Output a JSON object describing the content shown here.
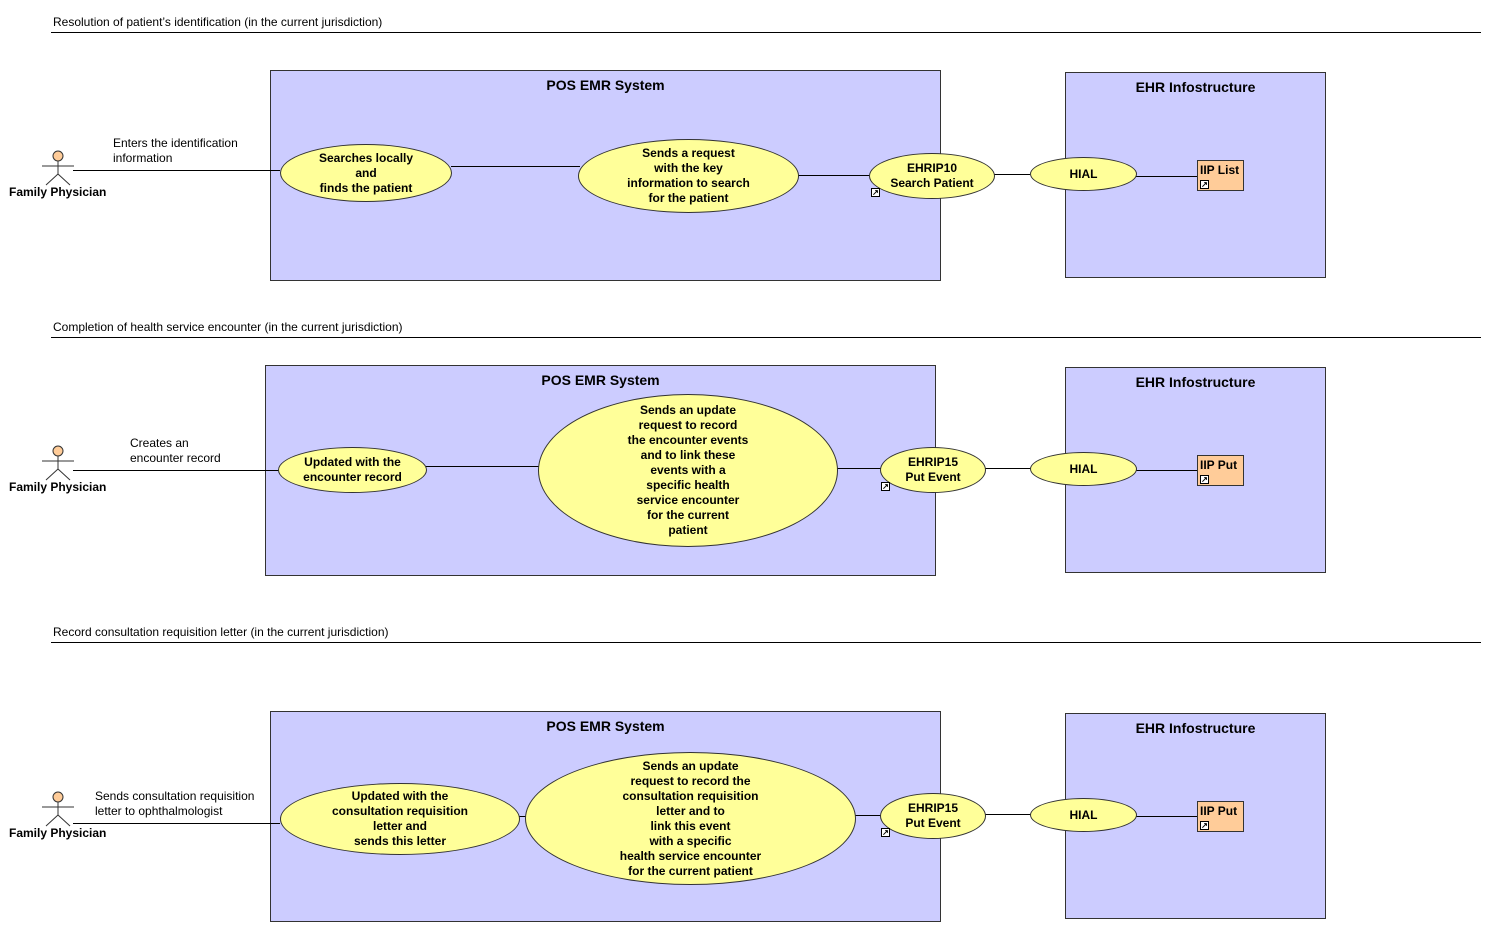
{
  "sections": [
    {
      "title": "Resolution of patient’s identification (in the current jurisdiction)",
      "actor": "Family Physician",
      "association": "Enters the identification\ninformation",
      "system_title": "POS EMR System",
      "step1": "Searches locally\nand\nfinds the patient",
      "step2": "Sends a request\nwith the key\ninformation to search\nfor the patient",
      "interface": "EHRIP10\nSearch Patient",
      "infra_title": "EHR Infostructure",
      "hial": "HIAL",
      "component": "IIP List"
    },
    {
      "title": "Completion of health service encounter (in the current jurisdiction)",
      "actor": "Family Physician",
      "association": "Creates an\nencounter record",
      "system_title": "POS EMR System",
      "step1": "Updated with the\nencounter record",
      "step2": "Sends an update\nrequest to record\nthe encounter events\nand to link these\nevents with a\nspecific health\nservice encounter\nfor the current\npatient",
      "interface": "EHRIP15\nPut Event",
      "infra_title": "EHR Infostructure",
      "hial": "HIAL",
      "component": "IIP Put"
    },
    {
      "title": "Record consultation requisition letter (in the current jurisdiction)",
      "actor": "Family Physician",
      "association": "Sends consultation requisition\nletter to ophthalmologist",
      "system_title": "POS EMR System",
      "step1": "Updated with the\nconsultation requisition\nletter and\nsends this letter",
      "step2": "Sends an update\nrequest to record the\nconsultation requisition\nletter and to\nlink this event\nwith a specific\nhealth service encounter\nfor the current patient",
      "interface": "EHRIP15\nPut Event",
      "infra_title": "EHR Infostructure",
      "hial": "HIAL",
      "component": "IIP Put"
    }
  ],
  "colors": {
    "system_fill": "#ccccff",
    "usecase_fill": "#ffff99",
    "component_fill": "#ffcc99",
    "actor_head": "#ffcc99"
  },
  "icons": {
    "actor": "stick-figure-icon",
    "shortcut": "shortcut-arrow-icon"
  }
}
